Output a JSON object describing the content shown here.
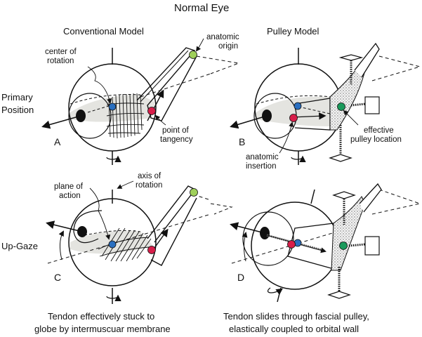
{
  "title": "Normal Eye",
  "columns": {
    "left": "Conventional Model",
    "right": "Pulley Model"
  },
  "rows": {
    "top": [
      "Primary",
      "Position"
    ],
    "bottom": "Up-Gaze"
  },
  "panels": [
    "A",
    "B",
    "C",
    "D"
  ],
  "annotations": {
    "center_of_rotation": [
      "center of",
      "rotation"
    ],
    "anatomic_origin": [
      "anatomic",
      "origin"
    ],
    "point_of_tangency": [
      "point of",
      "tangency"
    ],
    "effective_pulley_location": [
      "effective",
      "pulley location"
    ],
    "anatomic_insertion": [
      "anatomic",
      "insertion"
    ],
    "plane_of_action": [
      "plane of",
      "action"
    ],
    "axis_of_rotation": [
      "axis of",
      "rotation"
    ]
  },
  "captions": {
    "left": [
      "Tendon effectively stuck to",
      "globe by intermuscuar membrane"
    ],
    "right": [
      "Tendon slides through fascial pulley,",
      "elastically coupled to orbital wall"
    ]
  },
  "colors": {
    "center_of_rotation": "#2a6fc0",
    "point_of_tangency": "#d81e4a",
    "anatomic_origin": "#9fd05a",
    "pulley": "#1a9a5c",
    "plane_fill": "#e4e4e0"
  }
}
